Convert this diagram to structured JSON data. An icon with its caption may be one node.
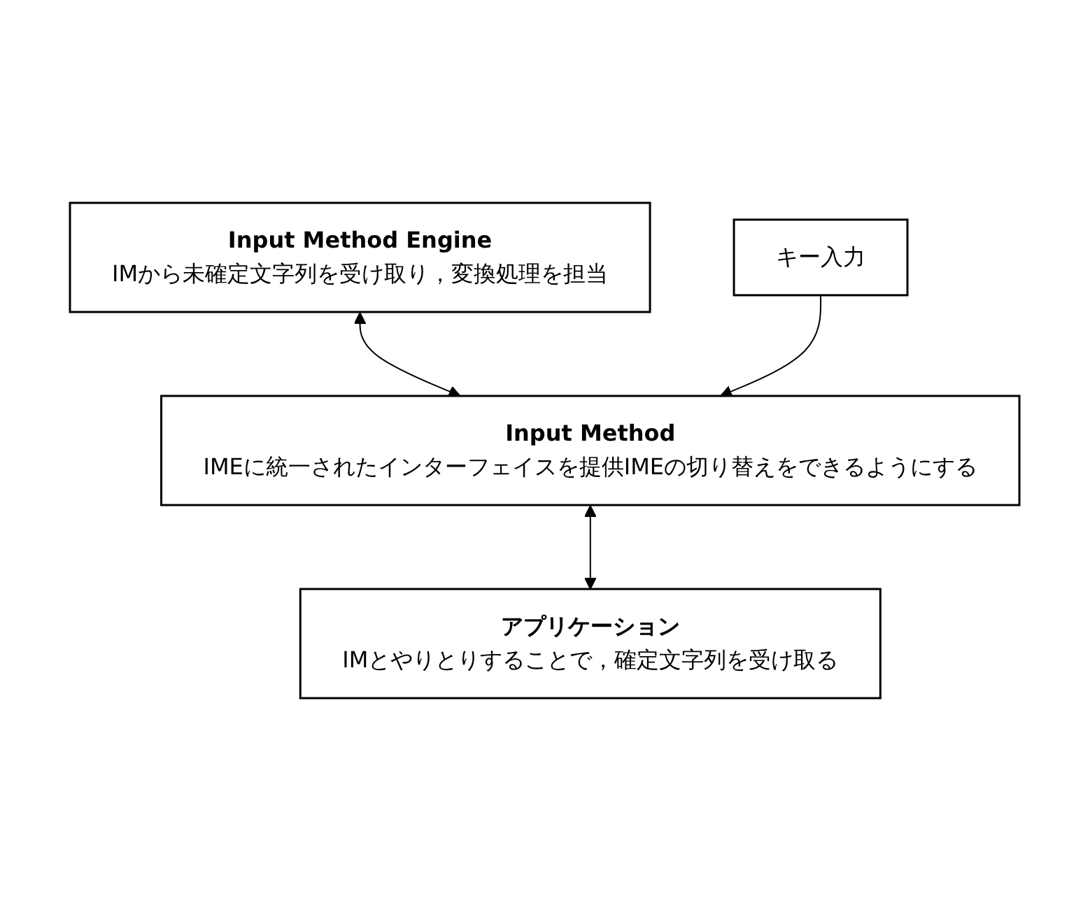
{
  "diagram": {
    "nodes": [
      {
        "text": [
          "Input Method Engine",
          "IMから未確定文字列を受け取り，変換処理を担当"
        ]
      },
      {
        "text": [
          "Input Method",
          "IMEに統一されたインターフェイスを提供IMEの切り替えをできるようにする"
        ]
      },
      {
        "text": [
          "アプリケーション",
          "IMとやりとりすることで，確定文字列を受け取る"
        ]
      },
      {
        "text": [
          "キー入力"
        ]
      }
    ],
    "edges": [
      {
        "from": 0,
        "to": 1,
        "arrow": "both"
      },
      {
        "from": 3,
        "to": 1,
        "arrow": "to"
      },
      {
        "from": 1,
        "to": 2,
        "arrow": "both"
      }
    ]
  }
}
